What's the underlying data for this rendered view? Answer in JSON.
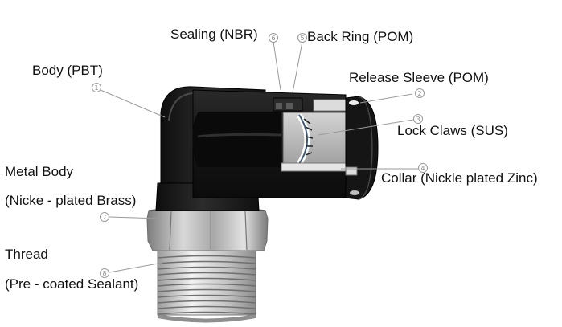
{
  "labels": {
    "sealing": "Sealing (NBR)",
    "back_ring": "Back Ring (POM)",
    "body": "Body (PBT)",
    "release_sleeve": "Release Sleeve (POM)",
    "lock_claws": "Lock Claws (SUS)",
    "metal_body_title": "Metal Body",
    "metal_body_detail": "(Nicke - plated Brass)",
    "collar": "Collar (Nickle plated Zinc)",
    "thread_title": "Thread",
    "thread_detail": "(Pre - coated Sealant)"
  },
  "callout_numbers": {
    "body": "1",
    "release_sleeve": "2",
    "lock_claws": "3",
    "collar": "4",
    "back_ring": "5",
    "sealing": "6",
    "metal_body": "7",
    "thread": "8"
  },
  "colors": {
    "plastic_body": "#1e1e1e",
    "plastic_highlight": "#3c3c3c",
    "metal": "#c9c9c9",
    "metal_dark": "#8f8f8f",
    "leader_line": "#9a9a9a"
  }
}
